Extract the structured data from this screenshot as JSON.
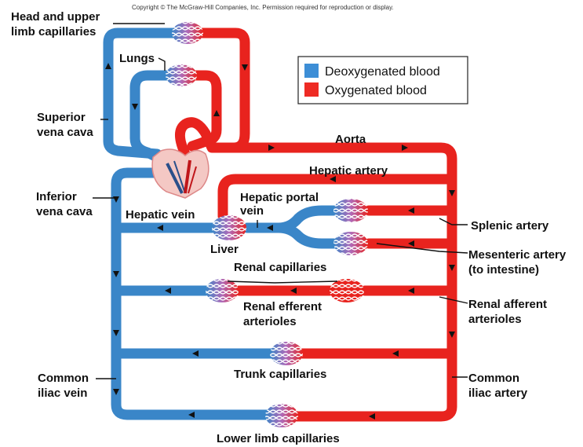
{
  "copyright": "Copyright © The McGraw-Hill Companies, Inc. Permission required for reproduction or display.",
  "colors": {
    "deoxygenated": "#3a86c8",
    "oxygenated": "#e8231e",
    "legend_box": "#3d8ed6",
    "legend_red": "#ee2b24"
  },
  "legend": {
    "deoxygenated": "Deoxygenated blood",
    "oxygenated": "Oxygenated blood"
  },
  "labels": {
    "head_upper_1": "Head and upper",
    "head_upper_2": "limb capillaries",
    "lungs": "Lungs",
    "svc_1": "Superior",
    "svc_2": "vena cava",
    "ivc_1": "Inferior",
    "ivc_2": "vena cava",
    "aorta": "Aorta",
    "hepatic_artery": "Hepatic artery",
    "hepatic_portal_1": "Hepatic portal",
    "hepatic_portal_2": "vein",
    "hepatic_vein": "Hepatic vein",
    "liver": "Liver",
    "splenic_artery": "Splenic artery",
    "mesenteric_1": "Mesenteric artery",
    "mesenteric_2": "(to intestine)",
    "renal_capillaries": "Renal capillaries",
    "renal_efferent_1": "Renal efferent",
    "renal_efferent_2": "arterioles",
    "renal_afferent_1": "Renal afferent",
    "renal_afferent_2": "arterioles",
    "trunk_capillaries": "Trunk capillaries",
    "common_iliac_vein_1": "Common",
    "common_iliac_vein_2": "iliac vein",
    "common_iliac_artery_1": "Common",
    "common_iliac_artery_2": "iliac artery",
    "lower_limb": "Lower limb capillaries"
  }
}
